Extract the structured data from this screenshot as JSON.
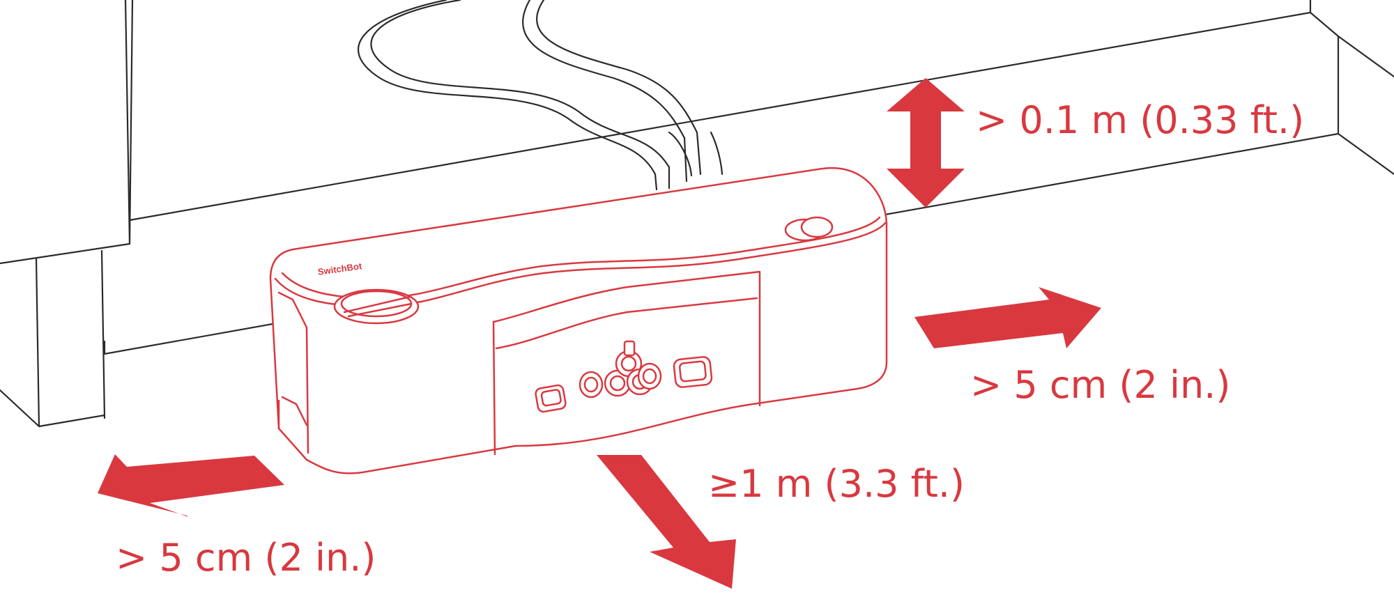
{
  "colors": {
    "accent": "#d9383f",
    "line": "#2a2a2a",
    "background": "#ffffff"
  },
  "device": {
    "brand": "SwitchBot"
  },
  "clearances": {
    "top": "> 0.1 m (0.33 ft.)",
    "right": "> 5 cm (2 in.)",
    "front": "≥1 m (3.3 ft.)",
    "left": "> 5 cm (2 in.)"
  }
}
